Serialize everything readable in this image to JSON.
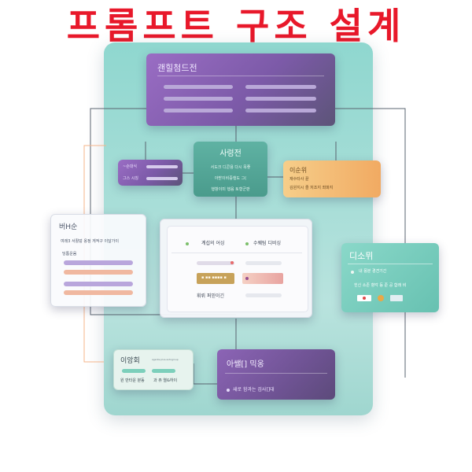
{
  "title": "프롬프트 구조 설계",
  "colors": {
    "title": "#e8182a",
    "purple": "#7c5aa8",
    "teal": "#4a9b8c",
    "orange": "#f1aa62",
    "mint": "#67c1b1"
  },
  "nodes": {
    "top": {
      "heading": "괜힐첨드전"
    },
    "center": {
      "heading": "사령전",
      "lines": [
        "서도크 디콘용 다시 목좋",
        "아받이비증행도 그(",
        "행항이미 행음 토형군판"
      ]
    },
    "left_small": {
      "lines": [
        "~숀대식",
        "그스 시칭"
      ]
    },
    "orange": {
      "heading": "이순위",
      "lines": [
        "재수타사 끝",
        "김원지시 즐 저조지 좌파지"
      ]
    },
    "left_panel": {
      "heading": "버H순",
      "subtitle": "여래3 서활덩 옹정 게적구 이달가이",
      "label": "딩톰운윰"
    },
    "main_panel": {
      "header_left": "계섭의 어싱",
      "header_right": "수퀘팀 디비싱",
      "button_text": "▪ ▪▪ ▪▪▪▪ ▪",
      "footer": "휘뤼 퍼믿이긴"
    },
    "right_panel": {
      "heading": "디소뮈",
      "line1": "내 풍분 경견기긴",
      "line2": "힌신 소존 향각 등 준 공 함래 비"
    },
    "bottom_left": {
      "heading": "이앙회",
      "caption": "agents.plus.autogroup",
      "lines": [
        "원 만타운 분동",
        "과 쥬 열&하이"
      ]
    },
    "bottom_purple": {
      "heading": "아쌜[] 믹옹",
      "bullet": "새로 함과는 검사[]대"
    }
  }
}
